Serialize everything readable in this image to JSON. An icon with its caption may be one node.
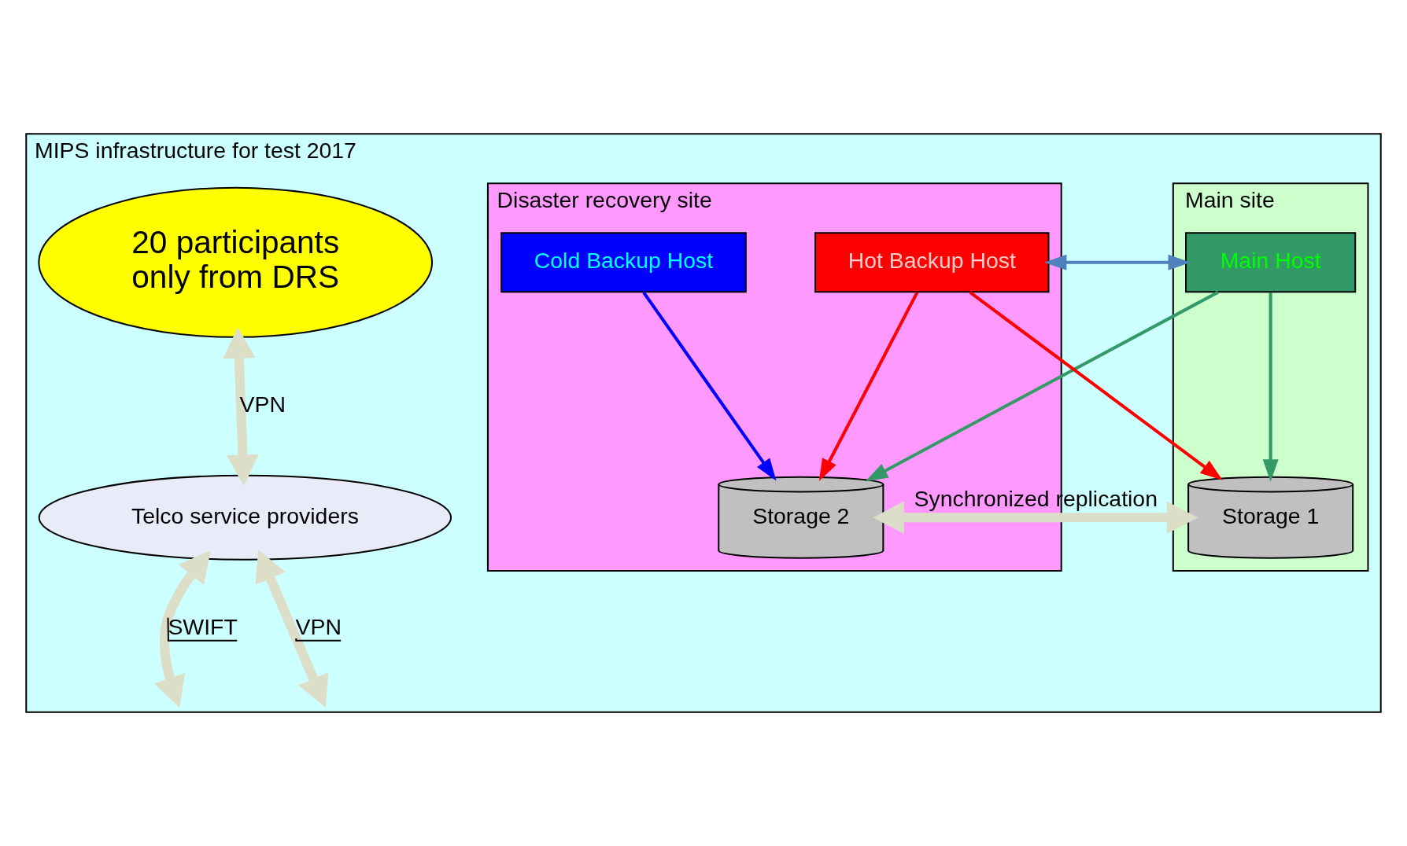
{
  "diagram": {
    "nodes": [
      {
        "text": [
          "MIPS infrastructure for test 2017"
        ]
      },
      {
        "text": [
          "20 participants",
          "only from DRS"
        ],
        "in": 0
      },
      {
        "text": [
          "Telco service providers"
        ],
        "in": 0
      },
      {
        "text": [
          "Main site"
        ],
        "in": 0
      },
      {
        "text": [
          "Main Host"
        ],
        "in": 3
      },
      {
        "text": [
          "Storage 1"
        ],
        "in": 3
      },
      {
        "text": [
          "Disaster recovery site"
        ],
        "in": 0
      },
      {
        "text": [
          "Cold Backup Host"
        ],
        "in": 6
      },
      {
        "text": [
          "Hot Backup Host"
        ],
        "in": 6
      },
      {
        "text": [
          "Storage 2"
        ],
        "in": 6
      }
    ],
    "edges": [
      {
        "from": 1,
        "to": 2,
        "arrow": "both",
        "label": "VPN",
        "style": "thick",
        "color": "#dcdec8"
      },
      {
        "from": 2,
        "to": null,
        "arrow": "both",
        "label": "SWIFT",
        "style": "thick",
        "color": "#dcdec8"
      },
      {
        "from": 2,
        "to": null,
        "arrow": "both",
        "label": "VPN",
        "style": "thick",
        "color": "#dcdec8"
      },
      {
        "from": 8,
        "to": 4,
        "arrow": "both",
        "color": "#4f81bd"
      },
      {
        "from": 4,
        "to": 5,
        "arrow": "to",
        "color": "#339966"
      },
      {
        "from": 4,
        "to": 9,
        "arrow": "to",
        "color": "#339966"
      },
      {
        "from": 8,
        "to": 5,
        "arrow": "to",
        "color": "#ff0000"
      },
      {
        "from": 8,
        "to": 9,
        "arrow": "to",
        "color": "#ff0000"
      },
      {
        "from": 7,
        "to": 9,
        "arrow": "to",
        "color": "#0000ff"
      },
      {
        "from": 5,
        "to": 9,
        "arrow": "both",
        "label": "Synchronized replication",
        "style": "thick",
        "color": "#dcdec8"
      }
    ]
  }
}
